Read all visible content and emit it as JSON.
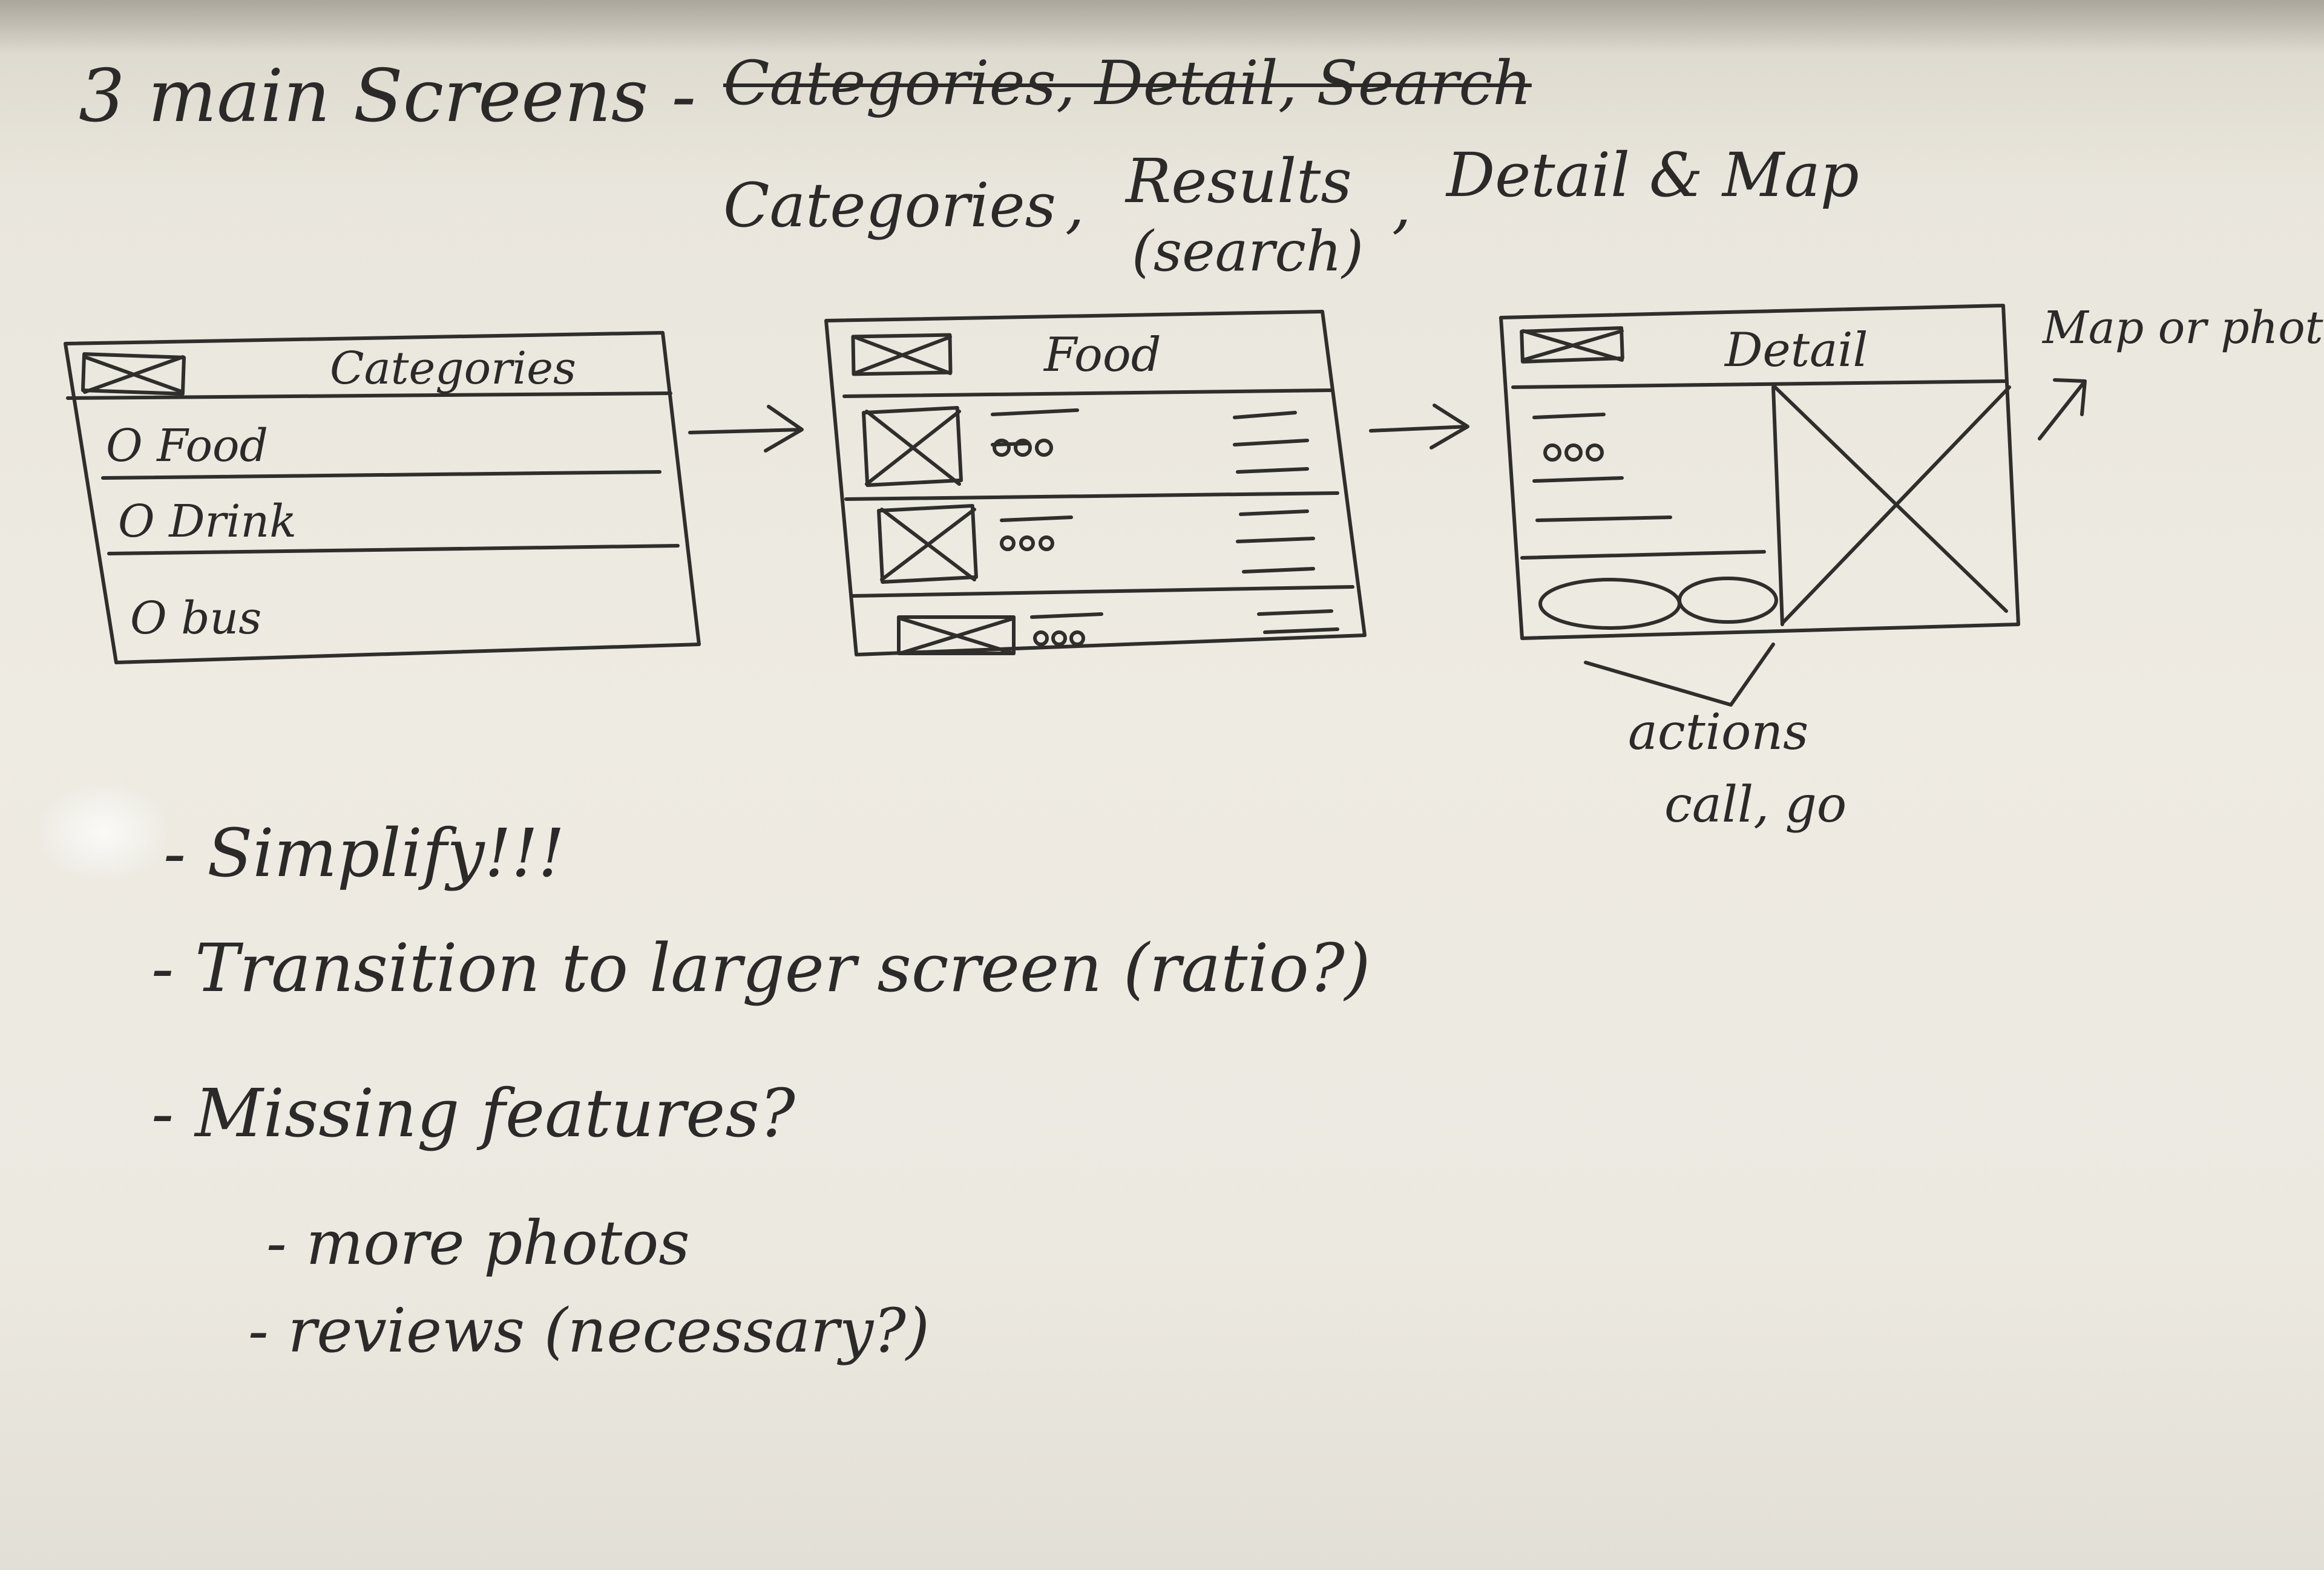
{
  "header": {
    "title": "3 main Screens -",
    "struck_text": "Categories, Detail, Search",
    "revised_screens": [
      "Categories",
      "Results",
      "Detail & Map"
    ],
    "results_note": "(search)"
  },
  "wireframes": {
    "categories": {
      "title": "Categories",
      "items": [
        "O Food",
        "O Drink",
        "O bus"
      ]
    },
    "results": {
      "title": "Food"
    },
    "detail": {
      "title": "Detail",
      "side_note": "Map or photo",
      "actions_label": "actions",
      "actions_list": "call, go"
    }
  },
  "notes": {
    "items": [
      "- Simplify!!!",
      "- Transition to larger screen (ratio?)",
      "- Missing features?"
    ],
    "subitems": [
      "- more photos",
      "- reviews (necessary?)"
    ]
  },
  "colors": {
    "ink": "#2f2e2b",
    "paper": "#ece9e1"
  }
}
